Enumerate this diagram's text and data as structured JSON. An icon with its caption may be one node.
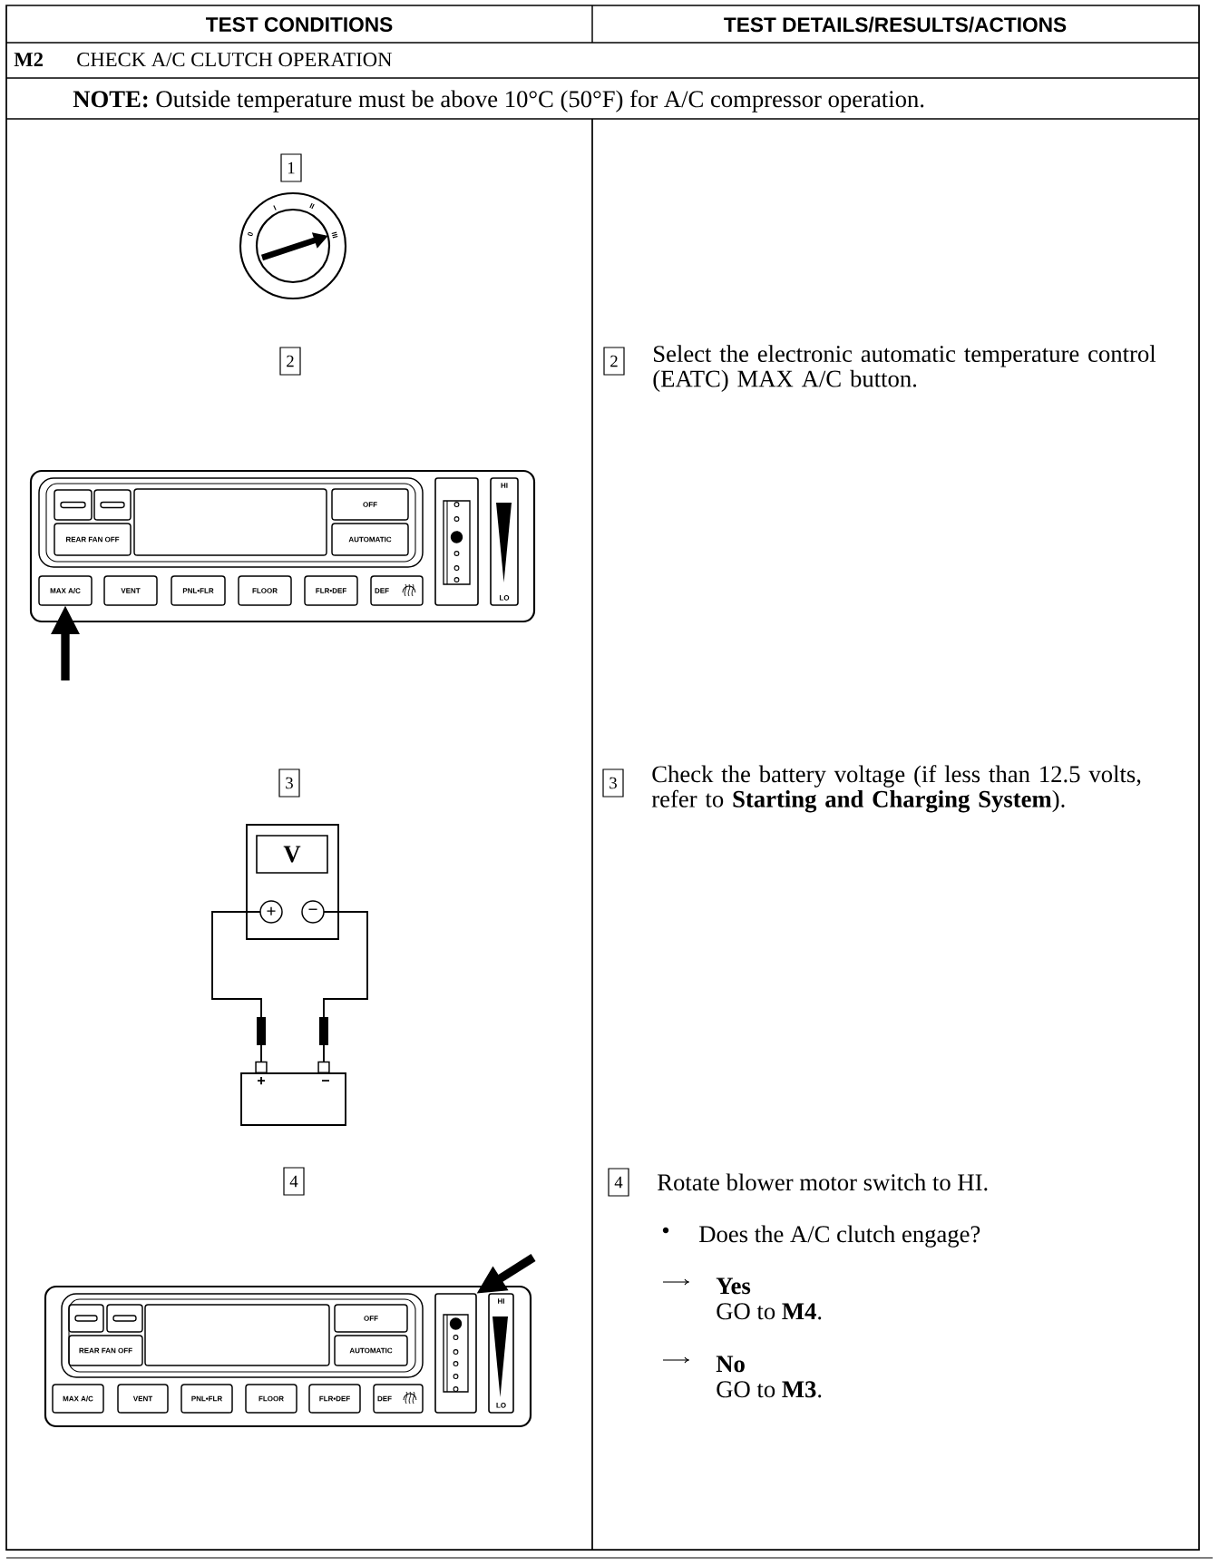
{
  "diagram": {
    "nodes": [
      {
        "text": [
          "1"
        ]
      },
      {
        "text": [
          "2"
        ]
      },
      {
        "text": [
          "2"
        ]
      },
      {
        "text": [],
        "shape": "box"
      },
      {
        "text": [
          "OFF"
        ],
        "in": 3
      },
      {
        "text": [
          "REAR FAN OFF"
        ],
        "in": 3
      },
      {
        "text": [
          "AUTOMATIC"
        ],
        "in": 3
      },
      {
        "text": [
          "MAX A/C"
        ],
        "in": 3
      },
      {
        "text": [
          "VENT"
        ],
        "in": 3
      },
      {
        "text": [
          "PNL•FLR"
        ],
        "in": 3
      },
      {
        "text": [
          "FLOOR"
        ],
        "in": 3
      },
      {
        "text": [
          "FLR•DEF"
        ],
        "in": 3
      },
      {
        "text": [
          "DEF"
        ],
        "in": 3
      },
      {
        "text": [],
        "shape": "box",
        "in": 3
      },
      {
        "text": [
          "HI",
          "LO"
        ],
        "in": 3
      },
      {
        "text": [
          "3"
        ]
      },
      {
        "text": [
          "3"
        ]
      },
      {
        "text": [],
        "shape": "box"
      },
      {
        "text": [
          "V"
        ],
        "in": 17
      },
      {
        "text": [
          "+"
        ],
        "in": 17
      },
      {
        "text": [
          "−"
        ],
        "in": 17
      },
      {
        "text": [
          "+",
          "−"
        ]
      },
      {
        "text": [
          "4"
        ]
      },
      {
        "text": [
          "4"
        ]
      },
      {
        "text": [],
        "shape": "box"
      },
      {
        "text": [
          "OFF"
        ],
        "in": 24
      },
      {
        "text": [
          "REAR FAN OFF"
        ],
        "in": 24
      },
      {
        "text": [
          "AUTOMATIC"
        ],
        "in": 24
      },
      {
        "text": [
          "MAX A/C"
        ],
        "in": 24
      },
      {
        "text": [
          "VENT"
        ],
        "in": 24
      },
      {
        "text": [
          "PNL•FLR"
        ],
        "in": 24
      },
      {
        "text": [
          "FLOOR"
        ],
        "in": 24
      },
      {
        "text": [
          "FLR•DEF"
        ],
        "in": 24
      },
      {
        "text": [
          "DEF"
        ],
        "in": 24
      },
      {
        "text": [],
        "shape": "box",
        "in": 24
      },
      {
        "text": [
          "HI",
          "LO"
        ],
        "in": 24
      }
    ],
    "edges": [
      {
        "from": null,
        "to": 7,
        "arrow": "to",
        "style": "thick"
      },
      {
        "from": 19,
        "to": 21,
        "arrow": "other"
      },
      {
        "from": 20,
        "to": 21,
        "arrow": "other"
      },
      {
        "from": null,
        "to": 34,
        "arrow": "to",
        "style": "thick"
      }
    ],
    "labels": [
      "TEST CONDITIONS",
      "TEST DETAILS/RESULTS/ACTIONS",
      "M2",
      "CHECK A/C CLUTCH OPERATION",
      "**NOTE:** Outside temperature must be above 10°C (50°F) for A/C compressor operation.",
      "0",
      "I",
      "II",
      "III",
      "Select the electronic automatic temperature control (EATC) MAX A/C button.",
      "Check the battery voltage (if less than 12.5 volts, refer to **Starting and Charging System**).",
      "Rotate blower motor switch to HI.",
      "Does the A/C clutch engage?",
      "Yes",
      "GO to **M4**.",
      "No",
      "GO to **M3**."
    ]
  }
}
